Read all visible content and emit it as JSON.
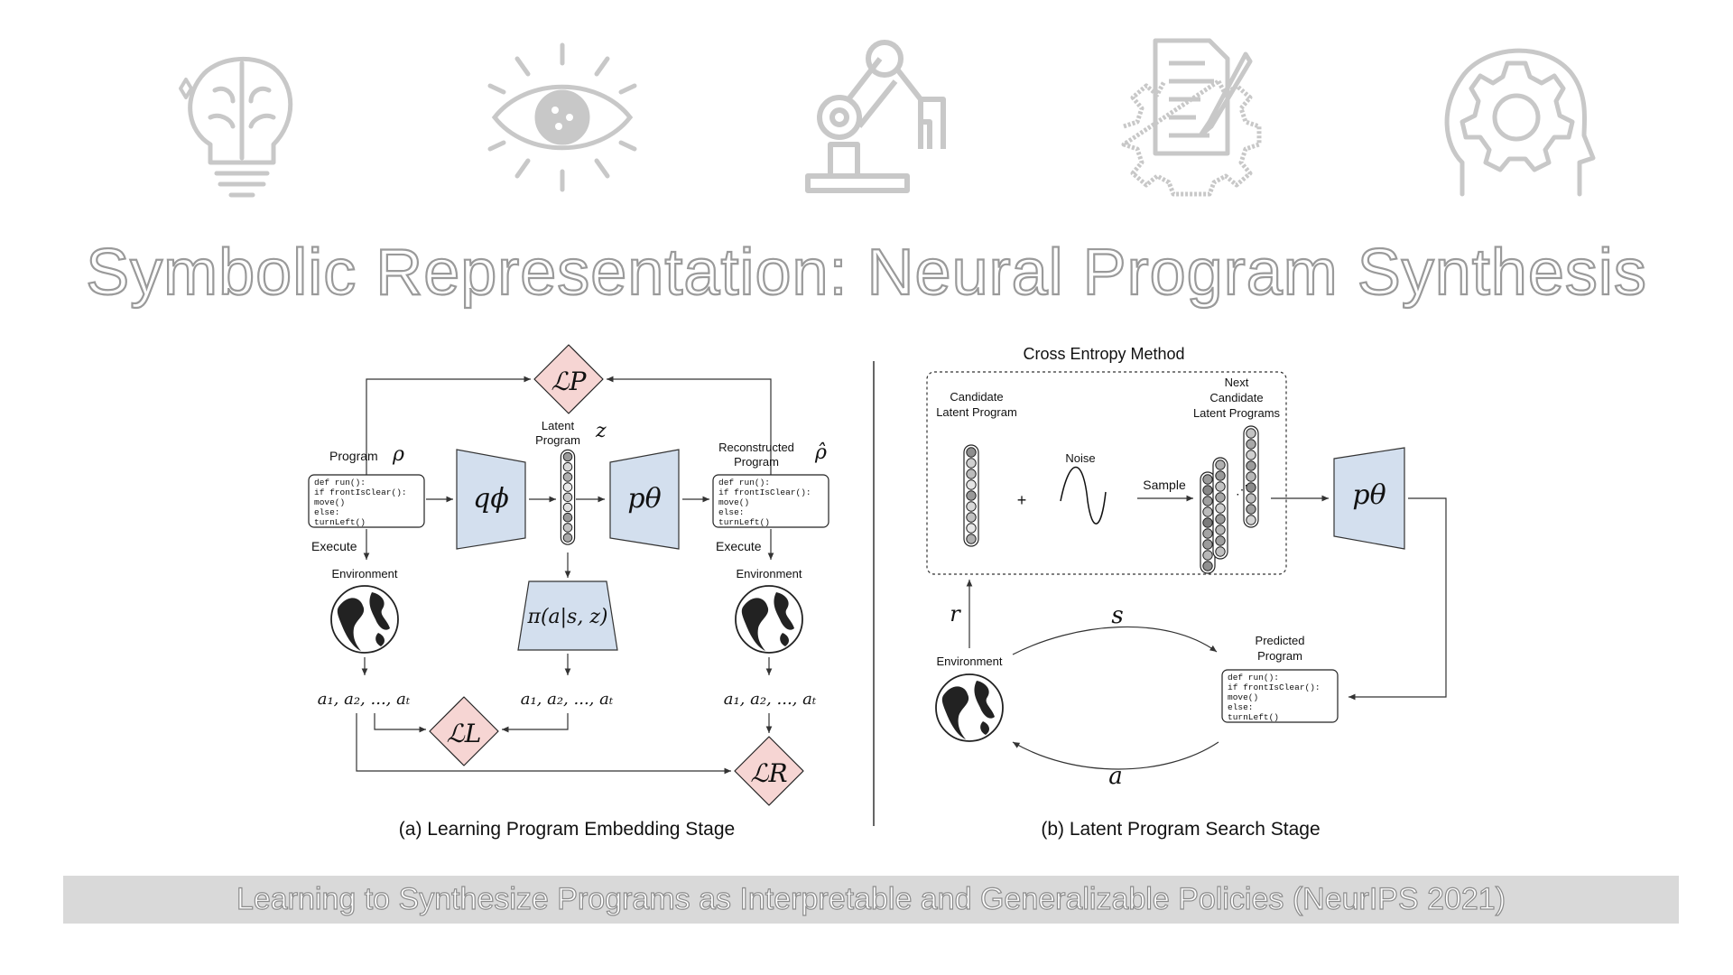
{
  "icons": [
    "brain-lightbulb-icon",
    "eye-icon",
    "robot-arm-icon",
    "document-gear-icon",
    "head-gear-icon"
  ],
  "title": "Symbolic Representation: Neural Program Synthesis",
  "banner": "Learning to Synthesize Programs as Interpretable and Generalizable Policies (NeurIPS 2021)",
  "panel_a": {
    "caption": "(a) Learning Program Embedding Stage",
    "program_label": "Program",
    "rho": "ρ",
    "latent_label_1": "Latent",
    "latent_label_2": "Program",
    "z": "z",
    "recon_label_1": "Reconstructed",
    "recon_label_2": "Program",
    "rho_hat": "ρ̂",
    "encoder": "qϕ",
    "decoder": "pθ",
    "policy": "π(a|s, z)",
    "execute": "Execute",
    "environment": "Environment",
    "actions": "a₁, a₂, ..., aₜ",
    "loss_p": "ℒP",
    "loss_l": "ℒL",
    "loss_r": "ℒR",
    "code": [
      "def run():",
      "  if frontIsClear():",
      "    move()",
      "  else:",
      "    turnLeft()"
    ]
  },
  "panel_b": {
    "caption": "(b) Latent Program Search Stage",
    "cem_title": "Cross Entropy Method",
    "candidate_1": "Candidate",
    "candidate_2": "Latent Program",
    "plus": "+",
    "noise": "Noise",
    "sample": "Sample",
    "next_1": "Next",
    "next_2": "Candidate",
    "next_3": "Latent Programs",
    "decoder": "pθ",
    "environment": "Environment",
    "predicted_1": "Predicted",
    "predicted_2": "Program",
    "r": "r",
    "s": "s",
    "a": "a",
    "code": [
      "def run():",
      "  if frontIsClear():",
      "    move()",
      "  else:",
      "    turnLeft()"
    ]
  },
  "colors": {
    "icon": "#c8c8c8",
    "loss_fill": "#f6d5d3",
    "network_fill": "#d3dfee",
    "title_stroke": "#9a9a9a",
    "banner_bg": "#d9d9d9"
  }
}
